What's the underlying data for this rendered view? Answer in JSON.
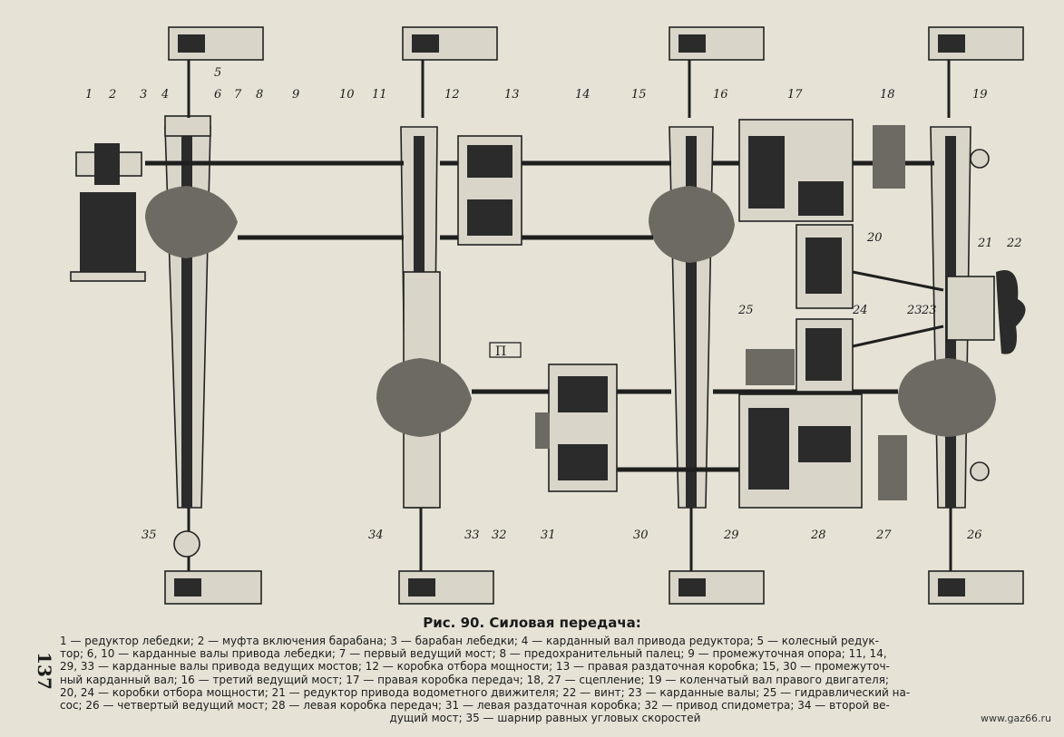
{
  "figure": {
    "callouts": [
      "1",
      "2",
      "3",
      "4",
      "5",
      "6",
      "7",
      "8",
      "9",
      "10",
      "11",
      "12",
      "13",
      "14",
      "15",
      "16",
      "17",
      "18",
      "19",
      "20",
      "21",
      "22",
      "23",
      "23",
      "24",
      "25",
      "26",
      "27",
      "28",
      "29",
      "30",
      "31",
      "32",
      "33",
      "34",
      "35"
    ],
    "view_mark": "П"
  },
  "caption": {
    "title": "Рис. 90. Силовая передача:",
    "lines": [
      "1 — редуктор лебедки; 2 — муфта включения барабана; 3 — барабан лебедки; 4 — карданный вал привода редуктора; 5 — колесный редук-",
      "тор; 6, 10 — карданные валы привода лебедки; 7 — первый ведущий мост; 8 — предохранительный палец; 9 — промежуточная опора; 11, 14,",
      "29, 33 — карданные валы привода ведущих мостов; 12 — коробка отбора мощности; 13 — правая раздаточная коробка; 15, 30 — промежуточ-",
      "ный карданный вал; 16 — третий ведущий мост; 17 — правая коробка передач; 18, 27 — сцепление; 19 — коленчатый вал правого двигателя;",
      "20, 24 — коробки отбора мощности; 21 — редуктор привода водометного движителя; 22 — винт; 23 — карданные валы; 25 — гидравлический на-",
      "сос; 26 — четвертый ведущий мост; 28 — левая коробка передач; 31 — левая раздаточная коробка; 32 — привод спидометра; 34 — второй ве-",
      "дущий мост; 35 — шарнир равных угловых скоростей"
    ]
  },
  "page_number": "137",
  "watermark": "www.gaz66.ru"
}
